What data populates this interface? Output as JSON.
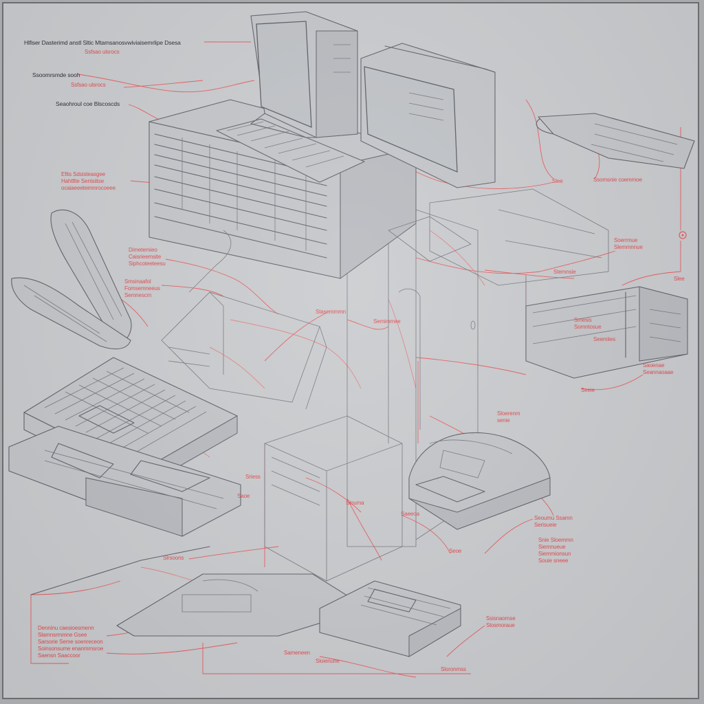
{
  "diagram": {
    "labels": {
      "title": "Hlfiser Dasterimd anstl Sltic Mtamsanosvwiviaisemrlipe Dsesa",
      "top_sub_1": "Ssfsao ulsrocs",
      "top_sub_2": "Ssoomrsmde sooh",
      "top_sub_3": "Seaohroul coe Blscoscds",
      "left_group_1": "Efits Sdsisteasgee\nHahtfite Senlsiitse\nocaiaeeeteimnrocoeee",
      "left_group_2": "Dimetemieo\nCaisrieemsite\nSiphcoteeteesu",
      "left_group_3": "Smsinaafol\nFomsemneeus\nSemnescm",
      "mid_label_1": "Stasemmmn",
      "mid_label_2": "Semimmee",
      "right_top_1": "Ssomsnie coemmoe",
      "right_mid_1": "Soerrmue\nSlemmnnue",
      "right_mid_2": "Slee",
      "right_mid_3": "Stemnsie",
      "right_box_1": "Smesis\nSomntosue",
      "right_box_2": "Seemiies",
      "right_box_3": "Saoenae\nSeannaoaae",
      "right_box_4": "Seeie",
      "center_1": "Sloerenm\nsenie",
      "center_2": "Sriess",
      "center_3": "Saoe",
      "center_4": "Sinuma",
      "center_5": "Saeeoa",
      "right_low_1": "Seoumu Ssamn\nSerisueie",
      "right_low_2": "Snie Sloemmn\nSiemnueue\nSiemmionsun\nSouie sneee",
      "bottom_left": "Denninu caesioesmenn\nSlamnsrmmne Gsee\nSarsorie Seme soenreceon\nSoinsonsume enanmmsroe\nSaensn Saaccoor",
      "bottom_left_2": "Slrsoons",
      "bottom_mid_1": "Sameneen",
      "bottom_mid_2": "Sloienune",
      "bottom_mid_3": "Seoe",
      "bottom_right_1": "Ssisnaomse\nSlosmoraue",
      "bottom_right_2": "Sloronmss"
    }
  }
}
